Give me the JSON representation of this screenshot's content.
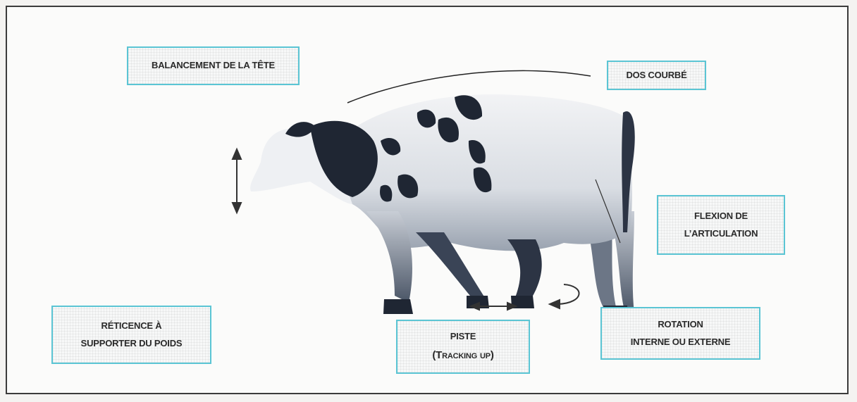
{
  "labels": {
    "head_bob": "BALANCEMENT DE LA TÊTE",
    "arched_back": "DOS COURBÉ",
    "joint_flexion_line1": "FLEXION DE",
    "joint_flexion_line2": "L’ARTICULATION",
    "reluctance_line1": "RÉTICENCE À",
    "reluctance_line2": "SUPPORTER DU POIDS",
    "tracking_line1": "PISTE",
    "tracking_line2": "(Tracking up)",
    "rotation_line1": "ROTATION",
    "rotation_line2": "INTERNE OU EXTERNE"
  },
  "colors": {
    "box_border": "#5bc5d4",
    "text": "#2a2a2a",
    "cow_dark": "#1f2633",
    "cow_light": "#e9ebee"
  }
}
